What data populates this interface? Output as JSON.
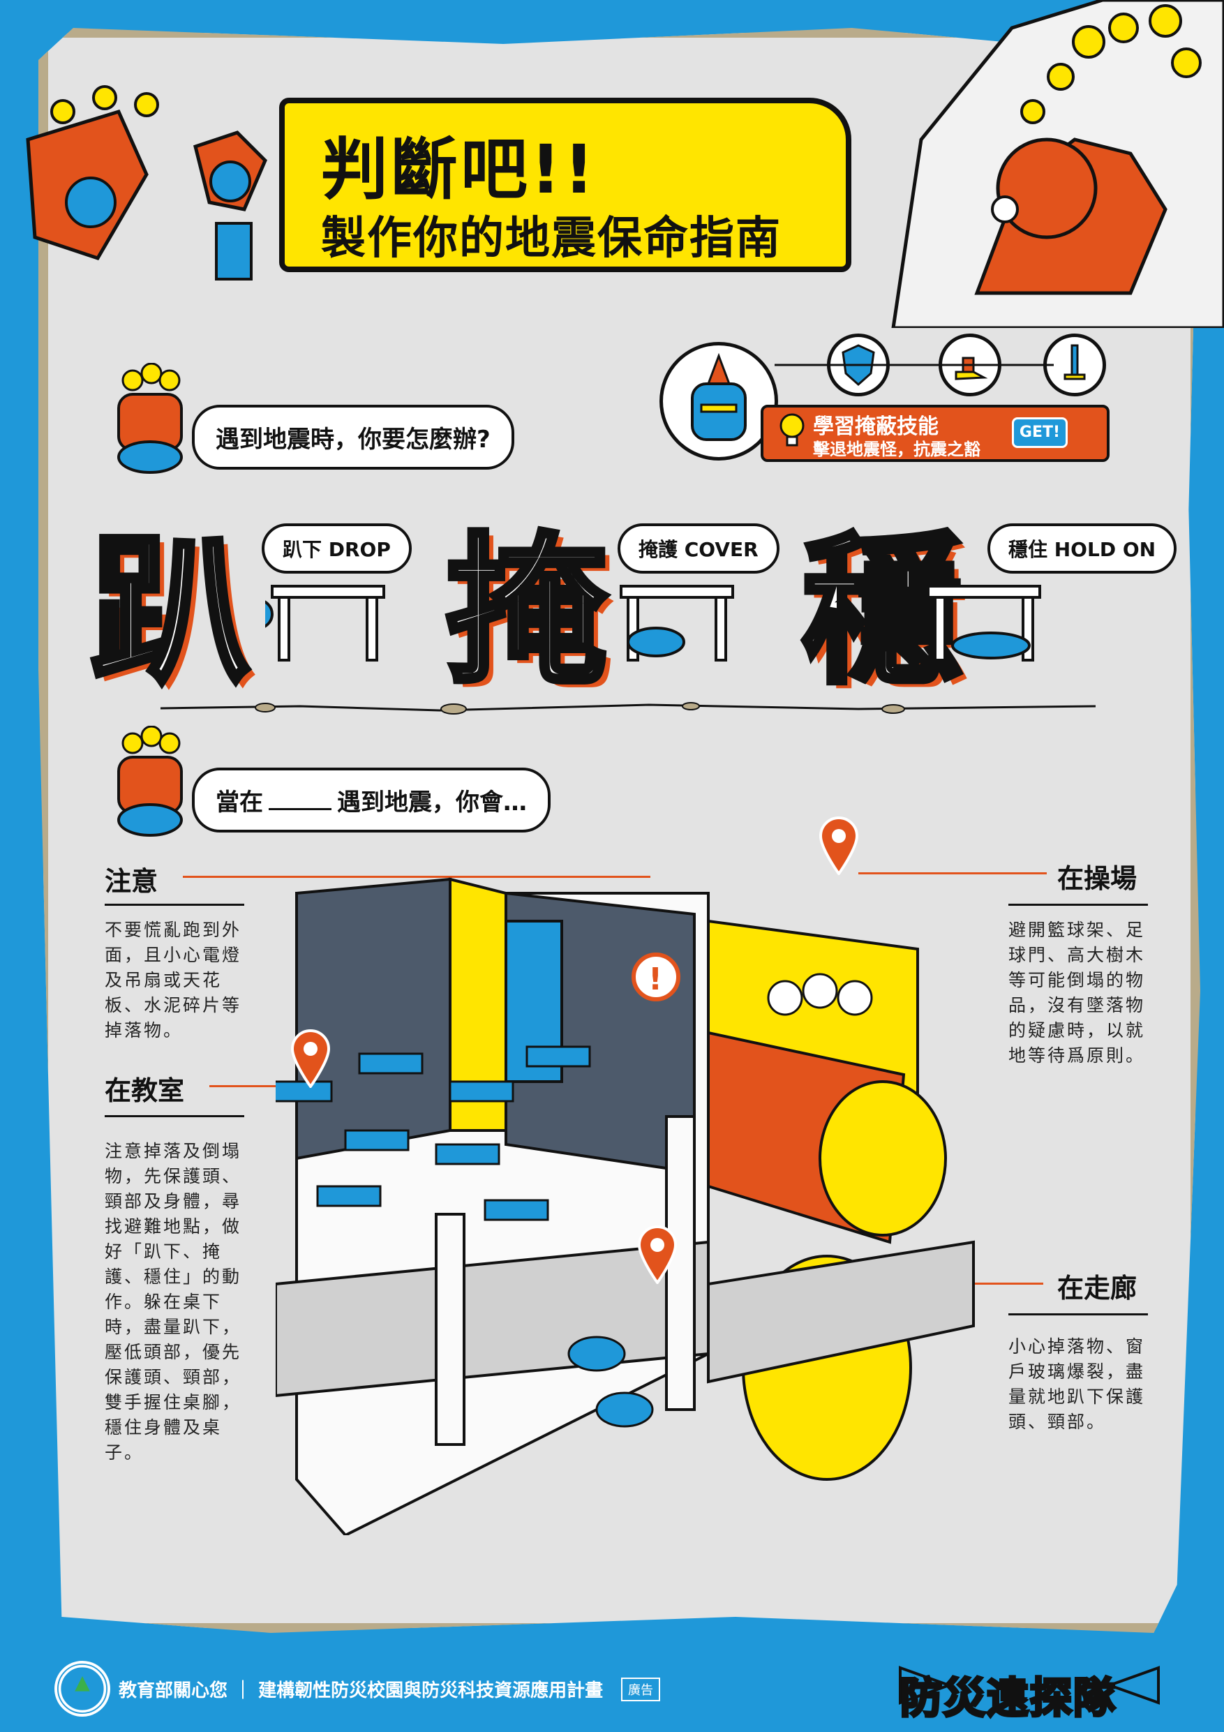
{
  "header": {
    "title_line1": "判斷吧!!",
    "title_line2": "製作你的地震保命指南"
  },
  "question1": "遇到地震時，你要怎麼辦?",
  "skill_badge": {
    "title": "學習掩蔽技能",
    "subtitle": "擊退地震怪，抗震之豁",
    "button": "GET!"
  },
  "steps": [
    {
      "char": "趴",
      "label": "趴下 DROP"
    },
    {
      "char": "掩",
      "label": "掩護 COVER"
    },
    {
      "char": "穩",
      "label": "穩住 HOLD ON"
    }
  ],
  "question2_before": "當在",
  "question2_after": "遇到地震，你會…",
  "sections": {
    "caution": {
      "title": "注意",
      "text": "不要慌亂跑到外面，且小心電燈及吊扇或天花板、水泥碎片等掉落物。"
    },
    "classroom": {
      "title": "在教室",
      "text": "注意掉落及倒塌物，先保護頭、頸部及身體，尋找避難地點，做好「趴下、掩護、穩住」的動作。躲在桌下時，盡量趴下，壓低頭部，優先保護頭、頸部，雙手握住桌腳，穩住身體及桌子。"
    },
    "playground": {
      "title": "在操場",
      "text": "避開籃球架、足球門、高大樹木等可能倒塌的物品，沒有墜落物的疑慮時，以就地等待爲原則。"
    },
    "corridor": {
      "title": "在走廊",
      "text": "小心掉落物、窗戶玻璃爆裂，盡量就地趴下保護頭、頸部。"
    }
  },
  "footer": {
    "ministry": "教育部關心您 ｜ 建構韌性防災校園與防災科技資源應用計畫",
    "tag": "廣告",
    "logo": "防災遠探隊"
  },
  "colors": {
    "sky": "#1f98d9",
    "accent": "#e2531c",
    "yellow": "#ffe500",
    "paper": "#e3e3e3"
  }
}
